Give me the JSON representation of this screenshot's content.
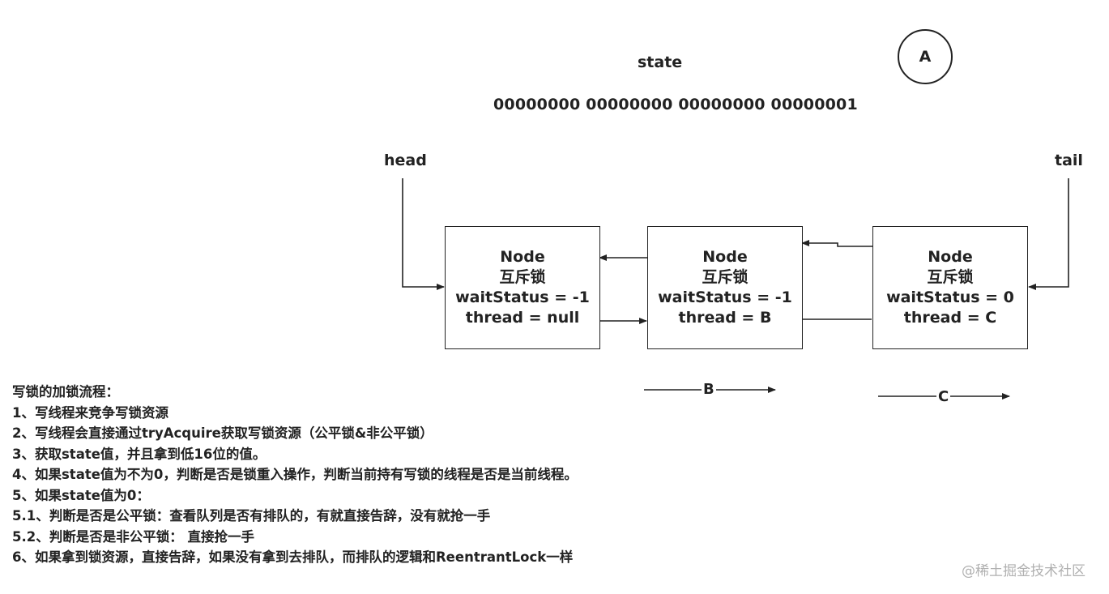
{
  "state": {
    "label": "state",
    "bits": "00000000 00000000 00000000 00000001"
  },
  "owner_circle": {
    "label": "A"
  },
  "pointers": {
    "head": "head",
    "tail": "tail"
  },
  "nodes": [
    {
      "title": "Node",
      "lock": "互斥锁",
      "wait_status": "waitStatus = -1",
      "thread": "thread = null"
    },
    {
      "title": "Node",
      "lock": "互斥锁",
      "wait_status": "waitStatus = -1",
      "thread": "thread = B"
    },
    {
      "title": "Node",
      "lock": "互斥锁",
      "wait_status": "waitStatus = 0",
      "thread": "thread = C"
    }
  ],
  "thread_arrows": {
    "b": "B",
    "c": "C"
  },
  "steps": [
    "写锁的加锁流程：",
    "1、写线程来竞争写锁资源",
    "2、写线程会直接通过tryAcquire获取写锁资源（公平锁&非公平锁）",
    "3、获取state值，并且拿到低16位的值。",
    "4、如果state值为不为0，判断是否是锁重入操作，判断当前持有写锁的线程是否是当前线程。",
    "5、如果state值为0：",
    "5.1、判断是否是公平锁：查看队列是否有排队的，有就直接告辞，没有就抢一手",
    "5.2、判断是否是非公平锁： 直接抢一手",
    "6、如果拿到锁资源，直接告辞，如果没有拿到去排队，而排队的逻辑和ReentrantLock一样"
  ],
  "watermark": "@稀土掘金技术社区",
  "colors": {
    "line": "#222222",
    "background": "#ffffff",
    "watermark": "#b0b0b0"
  }
}
